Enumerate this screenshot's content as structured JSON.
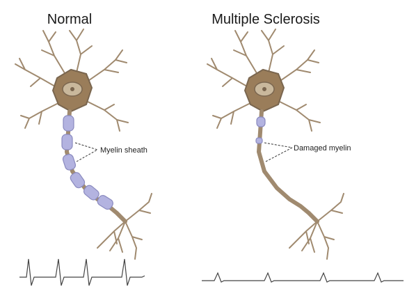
{
  "panels": [
    {
      "title": "Normal",
      "callout": "Myelin sheath",
      "state": "healthy"
    },
    {
      "title": "Multiple Sclerosis",
      "callout": "Damaged myelin",
      "state": "damaged"
    }
  ],
  "colors": {
    "neuron": "#a08a6f",
    "neuron_outline": "#7a664f",
    "soma": "#9a7d5a",
    "nucleus": "#c9b89c",
    "myelin": "#b3b3e0",
    "myelin_outline": "#8a8abf",
    "signal": "#444444",
    "text": "#1a1a1a"
  }
}
